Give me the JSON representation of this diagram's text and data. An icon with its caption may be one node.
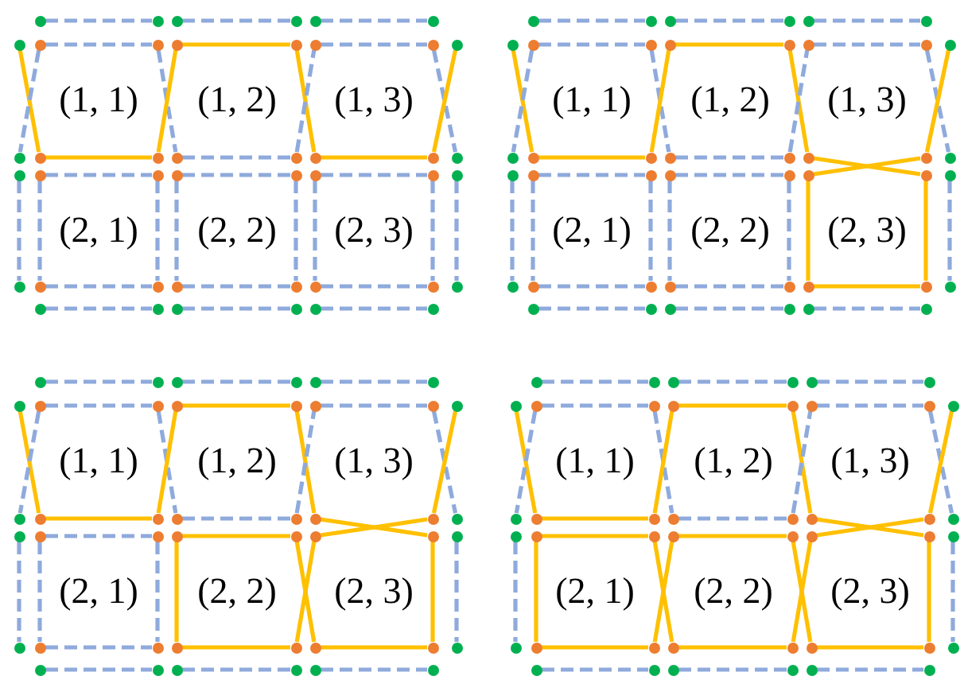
{
  "diagram": {
    "nodes": [
      {
        "text": [],
        "shape": "circle"
      },
      {
        "text": [],
        "shape": "circle"
      },
      {
        "text": [],
        "shape": "circle"
      },
      {
        "text": [],
        "shape": "circle"
      },
      {
        "text": [],
        "shape": "circle"
      },
      {
        "text": [],
        "shape": "circle"
      },
      {
        "text": [],
        "shape": "circle"
      },
      {
        "text": [],
        "shape": "circle"
      },
      {
        "text": [],
        "shape": "circle"
      },
      {
        "text": [],
        "shape": "circle"
      },
      {
        "text": [],
        "shape": "circle"
      },
      {
        "text": [],
        "shape": "circle"
      },
      {
        "text": [],
        "shape": "circle"
      },
      {
        "text": [],
        "shape": "circle"
      },
      {
        "text": [],
        "shape": "circle"
      },
      {
        "text": [],
        "shape": "circle"
      },
      {
        "text": [],
        "shape": "circle"
      },
      {
        "text": [],
        "shape": "circle"
      },
      {
        "text": [],
        "shape": "circle"
      },
      {
        "text": [],
        "shape": "circle"
      },
      {
        "text": [],
        "shape": "circle"
      },
      {
        "text": [],
        "shape": "circle"
      },
      {
        "text": [],
        "shape": "circle"
      },
      {
        "text": [],
        "shape": "circle"
      },
      {
        "text": [],
        "shape": "circle"
      },
      {
        "text": [],
        "shape": "circle"
      },
      {
        "text": [],
        "shape": "circle"
      },
      {
        "text": [],
        "shape": "circle"
      },
      {
        "text": [],
        "shape": "circle"
      },
      {
        "text": [],
        "shape": "circle"
      },
      {
        "text": [],
        "shape": "circle"
      },
      {
        "text": [],
        "shape": "circle"
      },
      {
        "text": [],
        "shape": "circle"
      },
      {
        "text": [],
        "shape": "circle"
      },
      {
        "text": [],
        "shape": "circle"
      },
      {
        "text": [],
        "shape": "circle"
      },
      {
        "text": [],
        "shape": "circle"
      },
      {
        "text": [],
        "shape": "circle"
      },
      {
        "text": [],
        "shape": "circle"
      },
      {
        "text": [],
        "shape": "circle"
      },
      {
        "text": [],
        "shape": "circle"
      },
      {
        "text": [],
        "shape": "circle"
      },
      {
        "text": [],
        "shape": "circle"
      },
      {
        "text": [],
        "shape": "circle"
      },
      {
        "text": [],
        "shape": "circle"
      },
      {
        "text": [],
        "shape": "circle"
      },
      {
        "text": [],
        "shape": "circle"
      },
      {
        "text": [],
        "shape": "circle"
      },
      {
        "text": [],
        "shape": "circle"
      },
      {
        "text": [],
        "shape": "circle"
      },
      {
        "text": [],
        "shape": "circle"
      },
      {
        "text": [],
        "shape": "circle"
      },
      {
        "text": [],
        "shape": "circle"
      },
      {
        "text": [],
        "shape": "circle"
      },
      {
        "text": [],
        "shape": "circle"
      },
      {
        "text": [],
        "shape": "circle"
      },
      {
        "text": [],
        "shape": "circle"
      },
      {
        "text": [],
        "shape": "circle"
      },
      {
        "text": [],
        "shape": "circle"
      },
      {
        "text": [],
        "shape": "circle"
      },
      {
        "text": [],
        "shape": "circle"
      },
      {
        "text": [],
        "shape": "circle"
      },
      {
        "text": [],
        "shape": "circle"
      },
      {
        "text": [],
        "shape": "circle"
      },
      {
        "text": [],
        "shape": "circle"
      },
      {
        "text": [],
        "shape": "circle"
      },
      {
        "text": [],
        "shape": "circle"
      },
      {
        "text": [],
        "shape": "circle"
      },
      {
        "text": [],
        "shape": "circle"
      },
      {
        "text": [],
        "shape": "circle"
      },
      {
        "text": [],
        "shape": "circle"
      },
      {
        "text": [],
        "shape": "circle"
      },
      {
        "text": [],
        "shape": "circle"
      },
      {
        "text": [],
        "shape": "circle"
      },
      {
        "text": [],
        "shape": "circle"
      },
      {
        "text": [],
        "shape": "circle"
      },
      {
        "text": [],
        "shape": "circle"
      },
      {
        "text": [],
        "shape": "circle"
      },
      {
        "text": [],
        "shape": "circle"
      },
      {
        "text": [],
        "shape": "circle"
      },
      {
        "text": [],
        "shape": "circle"
      },
      {
        "text": [],
        "shape": "circle"
      },
      {
        "text": [],
        "shape": "circle"
      },
      {
        "text": [],
        "shape": "circle"
      },
      {
        "text": [],
        "shape": "circle"
      },
      {
        "text": [],
        "shape": "circle"
      },
      {
        "text": [],
        "shape": "circle"
      },
      {
        "text": [],
        "shape": "circle"
      },
      {
        "text": [],
        "shape": "circle"
      },
      {
        "text": [],
        "shape": "circle"
      },
      {
        "text": [],
        "shape": "circle"
      },
      {
        "text": [],
        "shape": "circle"
      },
      {
        "text": [],
        "shape": "circle"
      },
      {
        "text": [],
        "shape": "circle"
      },
      {
        "text": [],
        "shape": "circle"
      },
      {
        "text": [],
        "shape": "circle"
      },
      {
        "text": [],
        "shape": "circle"
      },
      {
        "text": [],
        "shape": "circle"
      },
      {
        "text": [],
        "shape": "circle"
      },
      {
        "text": [],
        "shape": "circle"
      },
      {
        "text": [],
        "shape": "circle"
      },
      {
        "text": [],
        "shape": "circle"
      },
      {
        "text": [],
        "shape": "circle"
      },
      {
        "text": [],
        "shape": "circle"
      },
      {
        "text": [],
        "shape": "circle"
      },
      {
        "text": [],
        "shape": "circle"
      },
      {
        "text": [],
        "shape": "circle"
      },
      {
        "text": [],
        "shape": "circle"
      },
      {
        "text": [],
        "shape": "circle"
      },
      {
        "text": [],
        "shape": "circle"
      },
      {
        "text": [],
        "shape": "circle"
      },
      {
        "text": [],
        "shape": "circle"
      },
      {
        "text": [],
        "shape": "circle"
      },
      {
        "text": [],
        "shape": "circle"
      },
      {
        "text": [],
        "shape": "circle"
      },
      {
        "text": [],
        "shape": "circle"
      },
      {
        "text": [],
        "shape": "circle"
      },
      {
        "text": [],
        "shape": "circle"
      },
      {
        "text": [],
        "shape": "circle"
      },
      {
        "text": [],
        "shape": "circle"
      },
      {
        "text": [],
        "shape": "circle"
      },
      {
        "text": [],
        "shape": "circle"
      },
      {
        "text": [],
        "shape": "circle"
      },
      {
        "text": [],
        "shape": "circle"
      },
      {
        "text": [],
        "shape": "circle"
      },
      {
        "text": [],
        "shape": "circle"
      },
      {
        "text": [],
        "shape": "circle"
      },
      {
        "text": [],
        "shape": "circle"
      },
      {
        "text": [],
        "shape": "circle"
      },
      {
        "text": [],
        "shape": "circle"
      },
      {
        "text": [],
        "shape": "circle"
      },
      {
        "text": [],
        "shape": "circle"
      },
      {
        "text": [],
        "shape": "circle"
      },
      {
        "text": [],
        "shape": "circle"
      },
      {
        "text": [],
        "shape": "circle"
      },
      {
        "text": [],
        "shape": "circle"
      },
      {
        "text": [],
        "shape": "circle"
      },
      {
        "text": [],
        "shape": "circle"
      },
      {
        "text": [],
        "shape": "circle"
      },
      {
        "text": [],
        "shape": "circle"
      },
      {
        "text": [],
        "shape": "circle"
      },
      {
        "text": [],
        "shape": "circle"
      },
      {
        "text": [],
        "shape": "circle"
      },
      {
        "text": [],
        "shape": "circle"
      },
      {
        "text": [],
        "shape": "circle"
      },
      {
        "text": [],
        "shape": "circle"
      },
      {
        "text": [],
        "shape": "circle"
      },
      {
        "text": [],
        "shape": "circle"
      },
      {
        "text": [],
        "shape": "circle"
      },
      {
        "text": [],
        "shape": "circle"
      },
      {
        "text": [],
        "shape": "circle"
      },
      {
        "text": [],
        "shape": "circle"
      },
      {
        "text": [],
        "shape": "circle"
      },
      {
        "text": [],
        "shape": "circle"
      },
      {
        "text": [],
        "shape": "circle"
      },
      {
        "text": [],
        "shape": "circle"
      },
      {
        "text": [],
        "shape": "circle"
      },
      {
        "text": [],
        "shape": "circle"
      },
      {
        "text": [],
        "shape": "circle"
      },
      {
        "text": [],
        "shape": "circle"
      },
      {
        "text": [],
        "shape": "circle"
      },
      {
        "text": [],
        "shape": "circle"
      },
      {
        "text": [],
        "shape": "circle"
      },
      {
        "text": [],
        "shape": "circle"
      },
      {
        "text": [],
        "shape": "circle"
      },
      {
        "text": [],
        "shape": "circle"
      },
      {
        "text": [],
        "shape": "circle"
      },
      {
        "text": [],
        "shape": "circle"
      },
      {
        "text": [],
        "shape": "circle"
      },
      {
        "text": [],
        "shape": "circle"
      },
      {
        "text": [],
        "shape": "circle"
      },
      {
        "text": [],
        "shape": "circle"
      },
      {
        "text": [],
        "shape": "circle"
      },
      {
        "text": [],
        "shape": "circle"
      },
      {
        "text": [],
        "shape": "circle"
      },
      {
        "text": [],
        "shape": "circle"
      }
    ],
    "edges": [
      {
        "from": 0,
        "to": 1,
        "arrow": "none",
        "style": "dashed"
      },
      {
        "from": 2,
        "to": 3,
        "arrow": "none",
        "style": "dashed"
      },
      {
        "from": 4,
        "to": 5,
        "arrow": "none",
        "style": "dashed"
      },
      {
        "from": 7,
        "to": 8,
        "arrow": "none",
        "style": "dashed"
      },
      {
        "from": 9,
        "to": 10,
        "arrow": "none",
        "color": "#ffc000"
      },
      {
        "from": 11,
        "to": 12,
        "arrow": "none",
        "style": "dashed"
      },
      {
        "from": 15,
        "to": 16,
        "arrow": "none",
        "color": "#ffc000"
      },
      {
        "from": 17,
        "to": 18,
        "arrow": "none",
        "style": "dashed"
      },
      {
        "from": 19,
        "to": 20,
        "arrow": "none",
        "color": "#ffc000"
      },
      {
        "from": 23,
        "to": 24,
        "arrow": "none",
        "style": "dashed"
      },
      {
        "from": 25,
        "to": 26,
        "arrow": "none",
        "style": "dashed"
      },
      {
        "from": 27,
        "to": 28,
        "arrow": "none",
        "style": "dashed"
      },
      {
        "from": 31,
        "to": 32,
        "arrow": "none",
        "style": "dashed"
      },
      {
        "from": 33,
        "to": 34,
        "arrow": "none",
        "style": "dashed"
      },
      {
        "from": 35,
        "to": 36,
        "arrow": "none",
        "style": "dashed"
      },
      {
        "from": 38,
        "to": 39,
        "arrow": "none",
        "style": "dashed"
      },
      {
        "from": 40,
        "to": 41,
        "arrow": "none",
        "style": "dashed"
      },
      {
        "from": 42,
        "to": 43,
        "arrow": "none",
        "style": "dashed"
      },
      {
        "from": 6,
        "to": 15,
        "arrow": "none",
        "color": "#ffc000"
      },
      {
        "from": 7,
        "to": 14,
        "arrow": "none",
        "style": "dashed"
      },
      {
        "from": 8,
        "to": 17,
        "arrow": "none",
        "style": "dashed"
      },
      {
        "from": 16,
        "to": 9,
        "arrow": "none",
        "color": "#ffc000"
      },
      {
        "from": 10,
        "to": 19,
        "arrow": "none",
        "color": "#ffc000"
      },
      {
        "from": 18,
        "to": 11,
        "arrow": "none",
        "style": "dashed"
      },
      {
        "from": 12,
        "to": 21,
        "arrow": "none",
        "style": "dashed"
      },
      {
        "from": 13,
        "to": 20,
        "arrow": "none",
        "color": "#ffc000"
      },
      {
        "from": 22,
        "to": 30,
        "arrow": "none",
        "style": "dashed"
      },
      {
        "from": 23,
        "to": 31,
        "arrow": "none",
        "style": "dashed"
      },
      {
        "from": 24,
        "to": 32,
        "arrow": "none",
        "style": "dashed"
      },
      {
        "from": 25,
        "to": 33,
        "arrow": "none",
        "style": "dashed"
      },
      {
        "from": 26,
        "to": 34,
        "arrow": "none",
        "style": "dashed"
      },
      {
        "from": 27,
        "to": 35,
        "arrow": "none",
        "style": "dashed"
      },
      {
        "from": 28,
        "to": 36,
        "arrow": "none",
        "style": "dashed"
      },
      {
        "from": 29,
        "to": 37,
        "arrow": "none",
        "style": "dashed"
      },
      {
        "from": 44,
        "to": 45,
        "arrow": "none",
        "style": "dashed"
      },
      {
        "from": 46,
        "to": 47,
        "arrow": "none",
        "style": "dashed"
      },
      {
        "from": 48,
        "to": 49,
        "arrow": "none",
        "style": "dashed"
      },
      {
        "from": 51,
        "to": 52,
        "arrow": "none",
        "style": "dashed"
      },
      {
        "from": 53,
        "to": 54,
        "arrow": "none",
        "color": "#ffc000"
      },
      {
        "from": 55,
        "to": 56,
        "arrow": "none",
        "style": "dashed"
      },
      {
        "from": 59,
        "to": 60,
        "arrow": "none",
        "color": "#ffc000"
      },
      {
        "from": 61,
        "to": 62,
        "arrow": "none",
        "style": "dashed"
      },
      {
        "from": 63,
        "to": 72,
        "arrow": "none",
        "color": "#ffc000"
      },
      {
        "from": 64,
        "to": 71,
        "arrow": "none",
        "color": "#ffc000"
      },
      {
        "from": 67,
        "to": 68,
        "arrow": "none",
        "style": "dashed"
      },
      {
        "from": 69,
        "to": 70,
        "arrow": "none",
        "style": "dashed"
      },
      {
        "from": 75,
        "to": 76,
        "arrow": "none",
        "style": "dashed"
      },
      {
        "from": 77,
        "to": 78,
        "arrow": "none",
        "style": "dashed"
      },
      {
        "from": 79,
        "to": 80,
        "arrow": "none",
        "color": "#ffc000"
      },
      {
        "from": 82,
        "to": 83,
        "arrow": "none",
        "style": "dashed"
      },
      {
        "from": 84,
        "to": 85,
        "arrow": "none",
        "style": "dashed"
      },
      {
        "from": 86,
        "to": 87,
        "arrow": "none",
        "style": "dashed"
      },
      {
        "from": 50,
        "to": 59,
        "arrow": "none",
        "color": "#ffc000"
      },
      {
        "from": 51,
        "to": 58,
        "arrow": "none",
        "style": "dashed"
      },
      {
        "from": 52,
        "to": 61,
        "arrow": "none",
        "style": "dashed"
      },
      {
        "from": 60,
        "to": 53,
        "arrow": "none",
        "color": "#ffc000"
      },
      {
        "from": 54,
        "to": 63,
        "arrow": "none",
        "color": "#ffc000"
      },
      {
        "from": 62,
        "to": 55,
        "arrow": "none",
        "style": "dashed"
      },
      {
        "from": 56,
        "to": 65,
        "arrow": "none",
        "style": "dashed"
      },
      {
        "from": 57,
        "to": 64,
        "arrow": "none",
        "color": "#ffc000"
      },
      {
        "from": 66,
        "to": 74,
        "arrow": "none",
        "style": "dashed"
      },
      {
        "from": 67,
        "to": 75,
        "arrow": "none",
        "style": "dashed"
      },
      {
        "from": 68,
        "to": 76,
        "arrow": "none",
        "style": "dashed"
      },
      {
        "from": 69,
        "to": 77,
        "arrow": "none",
        "style": "dashed"
      },
      {
        "from": 70,
        "to": 78,
        "arrow": "none",
        "style": "dashed"
      },
      {
        "from": 71,
        "to": 79,
        "arrow": "none",
        "color": "#ffc000"
      },
      {
        "from": 72,
        "to": 80,
        "arrow": "none",
        "color": "#ffc000"
      },
      {
        "from": 73,
        "to": 81,
        "arrow": "none",
        "style": "dashed"
      },
      {
        "from": 88,
        "to": 89,
        "arrow": "none",
        "style": "dashed"
      },
      {
        "from": 90,
        "to": 91,
        "arrow": "none",
        "style": "dashed"
      },
      {
        "from": 92,
        "to": 93,
        "arrow": "none",
        "style": "dashed"
      },
      {
        "from": 95,
        "to": 96,
        "arrow": "none",
        "style": "dashed"
      },
      {
        "from": 97,
        "to": 98,
        "arrow": "none",
        "color": "#ffc000"
      },
      {
        "from": 99,
        "to": 100,
        "arrow": "none",
        "style": "dashed"
      },
      {
        "from": 103,
        "to": 104,
        "arrow": "none",
        "color": "#ffc000"
      },
      {
        "from": 105,
        "to": 106,
        "arrow": "none",
        "style": "dashed"
      },
      {
        "from": 107,
        "to": 116,
        "arrow": "none",
        "color": "#ffc000"
      },
      {
        "from": 108,
        "to": 115,
        "arrow": "none",
        "color": "#ffc000"
      },
      {
        "from": 111,
        "to": 112,
        "arrow": "none",
        "style": "dashed"
      },
      {
        "from": 113,
        "to": 114,
        "arrow": "none",
        "color": "#ffc000"
      },
      {
        "from": 119,
        "to": 120,
        "arrow": "none",
        "style": "dashed"
      },
      {
        "from": 121,
        "to": 122,
        "arrow": "none",
        "color": "#ffc000"
      },
      {
        "from": 123,
        "to": 124,
        "arrow": "none",
        "color": "#ffc000"
      },
      {
        "from": 126,
        "to": 127,
        "arrow": "none",
        "style": "dashed"
      },
      {
        "from": 128,
        "to": 129,
        "arrow": "none",
        "style": "dashed"
      },
      {
        "from": 130,
        "to": 131,
        "arrow": "none",
        "style": "dashed"
      },
      {
        "from": 94,
        "to": 103,
        "arrow": "none",
        "color": "#ffc000"
      },
      {
        "from": 95,
        "to": 102,
        "arrow": "none",
        "style": "dashed"
      },
      {
        "from": 96,
        "to": 105,
        "arrow": "none",
        "style": "dashed"
      },
      {
        "from": 104,
        "to": 97,
        "arrow": "none",
        "color": "#ffc000"
      },
      {
        "from": 98,
        "to": 107,
        "arrow": "none",
        "color": "#ffc000"
      },
      {
        "from": 106,
        "to": 99,
        "arrow": "none",
        "style": "dashed"
      },
      {
        "from": 100,
        "to": 109,
        "arrow": "none",
        "style": "dashed"
      },
      {
        "from": 101,
        "to": 108,
        "arrow": "none",
        "color": "#ffc000"
      },
      {
        "from": 110,
        "to": 118,
        "arrow": "none",
        "style": "dashed"
      },
      {
        "from": 111,
        "to": 119,
        "arrow": "none",
        "style": "dashed"
      },
      {
        "from": 112,
        "to": 120,
        "arrow": "none",
        "style": "dashed"
      },
      {
        "from": 113,
        "to": 121,
        "arrow": "none",
        "color": "#ffc000"
      },
      {
        "from": 114,
        "to": 123,
        "arrow": "none",
        "color": "#ffc000"
      },
      {
        "from": 122,
        "to": 115,
        "arrow": "none",
        "color": "#ffc000"
      },
      {
        "from": 116,
        "to": 124,
        "arrow": "none",
        "color": "#ffc000"
      },
      {
        "from": 117,
        "to": 125,
        "arrow": "none",
        "style": "dashed"
      },
      {
        "from": 132,
        "to": 133,
        "arrow": "none",
        "style": "dashed"
      },
      {
        "from": 134,
        "to": 135,
        "arrow": "none",
        "style": "dashed"
      },
      {
        "from": 136,
        "to": 137,
        "arrow": "none",
        "style": "dashed"
      },
      {
        "from": 139,
        "to": 140,
        "arrow": "none",
        "style": "dashed"
      },
      {
        "from": 141,
        "to": 142,
        "arrow": "none",
        "color": "#ffc000"
      },
      {
        "from": 143,
        "to": 144,
        "arrow": "none",
        "style": "dashed"
      },
      {
        "from": 147,
        "to": 148,
        "arrow": "none",
        "color": "#ffc000"
      },
      {
        "from": 149,
        "to": 150,
        "arrow": "none",
        "style": "dashed"
      },
      {
        "from": 151,
        "to": 160,
        "arrow": "none",
        "color": "#ffc000"
      },
      {
        "from": 152,
        "to": 159,
        "arrow": "none",
        "color": "#ffc000"
      },
      {
        "from": 155,
        "to": 156,
        "arrow": "none",
        "color": "#ffc000"
      },
      {
        "from": 157,
        "to": 158,
        "arrow": "none",
        "color": "#ffc000"
      },
      {
        "from": 163,
        "to": 164,
        "arrow": "none",
        "color": "#ffc000"
      },
      {
        "from": 165,
        "to": 166,
        "arrow": "none",
        "color": "#ffc000"
      },
      {
        "from": 167,
        "to": 168,
        "arrow": "none",
        "color": "#ffc000"
      },
      {
        "from": 170,
        "to": 171,
        "arrow": "none",
        "style": "dashed"
      },
      {
        "from": 172,
        "to": 173,
        "arrow": "none",
        "style": "dashed"
      },
      {
        "from": 174,
        "to": 175,
        "arrow": "none",
        "style": "dashed"
      },
      {
        "from": 138,
        "to": 147,
        "arrow": "none",
        "color": "#ffc000"
      },
      {
        "from": 139,
        "to": 146,
        "arrow": "none",
        "style": "dashed"
      },
      {
        "from": 140,
        "to": 149,
        "arrow": "none",
        "style": "dashed"
      },
      {
        "from": 148,
        "to": 141,
        "arrow": "none",
        "color": "#ffc000"
      },
      {
        "from": 142,
        "to": 151,
        "arrow": "none",
        "color": "#ffc000"
      },
      {
        "from": 150,
        "to": 143,
        "arrow": "none",
        "style": "dashed"
      },
      {
        "from": 144,
        "to": 153,
        "arrow": "none",
        "style": "dashed"
      },
      {
        "from": 145,
        "to": 152,
        "arrow": "none",
        "color": "#ffc000"
      },
      {
        "from": 154,
        "to": 162,
        "arrow": "none",
        "style": "dashed"
      },
      {
        "from": 155,
        "to": 163,
        "arrow": "none",
        "color": "#ffc000"
      },
      {
        "from": 156,
        "to": 165,
        "arrow": "none",
        "color": "#ffc000"
      },
      {
        "from": 164,
        "to": 157,
        "arrow": "none",
        "color": "#ffc000"
      },
      {
        "from": 158,
        "to": 167,
        "arrow": "none",
        "color": "#ffc000"
      },
      {
        "from": 166,
        "to": 159,
        "arrow": "none",
        "color": "#ffc000"
      },
      {
        "from": 160,
        "to": 168,
        "arrow": "none",
        "color": "#ffc000"
      },
      {
        "from": 161,
        "to": 169,
        "arrow": "none",
        "style": "dashed"
      }
    ],
    "labels": [
      "(1, 1)",
      "(1, 2)",
      "(1, 3)",
      "(2, 1)",
      "(2, 2)",
      "(2, 3)",
      "(1, 1)",
      "(1, 2)",
      "(1, 3)",
      "(2, 1)",
      "(2, 2)",
      "(2, 3)",
      "(1, 1)",
      "(1, 2)",
      "(1, 3)",
      "(2, 1)",
      "(2, 2)",
      "(2, 3)",
      "(1, 1)",
      "(1, 2)",
      "(1, 3)",
      "(2, 1)",
      "(2, 2)",
      "(2, 3)"
    ]
  }
}
